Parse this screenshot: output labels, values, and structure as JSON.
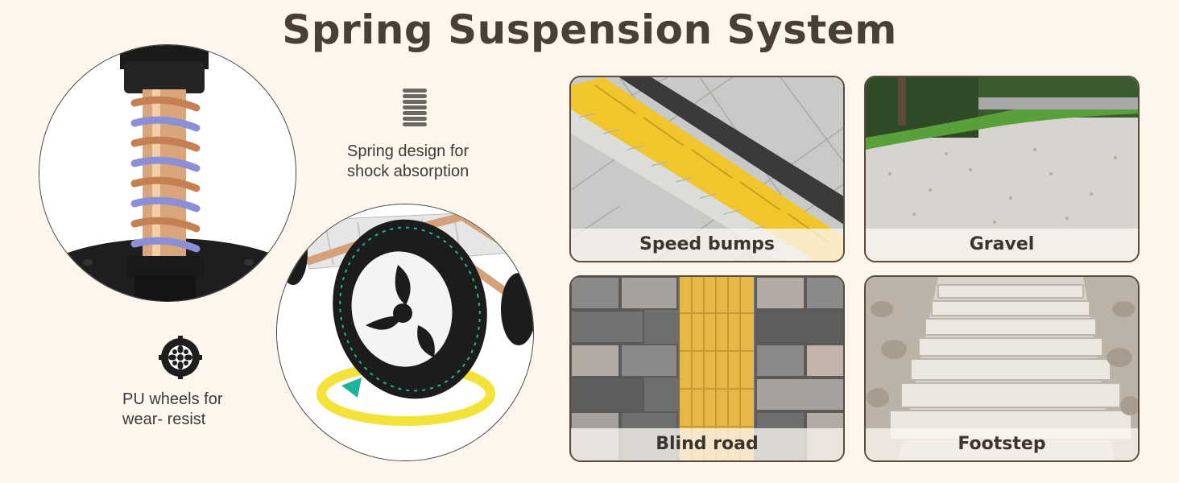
{
  "title": "Spring Suspension System",
  "features": [
    {
      "icon": "spring-icon",
      "caption_line1": "Spring design for",
      "caption_line2": "shock absorption"
    },
    {
      "icon": "wheel-icon",
      "caption_line1": "PU wheels for",
      "caption_line2": "wear- resist"
    }
  ],
  "terrains": [
    {
      "label": "Speed bumps"
    },
    {
      "label": "Gravel"
    },
    {
      "label": "Blind road"
    },
    {
      "label": "Footstep"
    }
  ],
  "colors": {
    "background": "#fdf6ec",
    "title": "#4a3f35",
    "tile_border": "#5a4a3c",
    "accent_yellow": "#f2c531",
    "accent_teal": "#1fb39a"
  }
}
